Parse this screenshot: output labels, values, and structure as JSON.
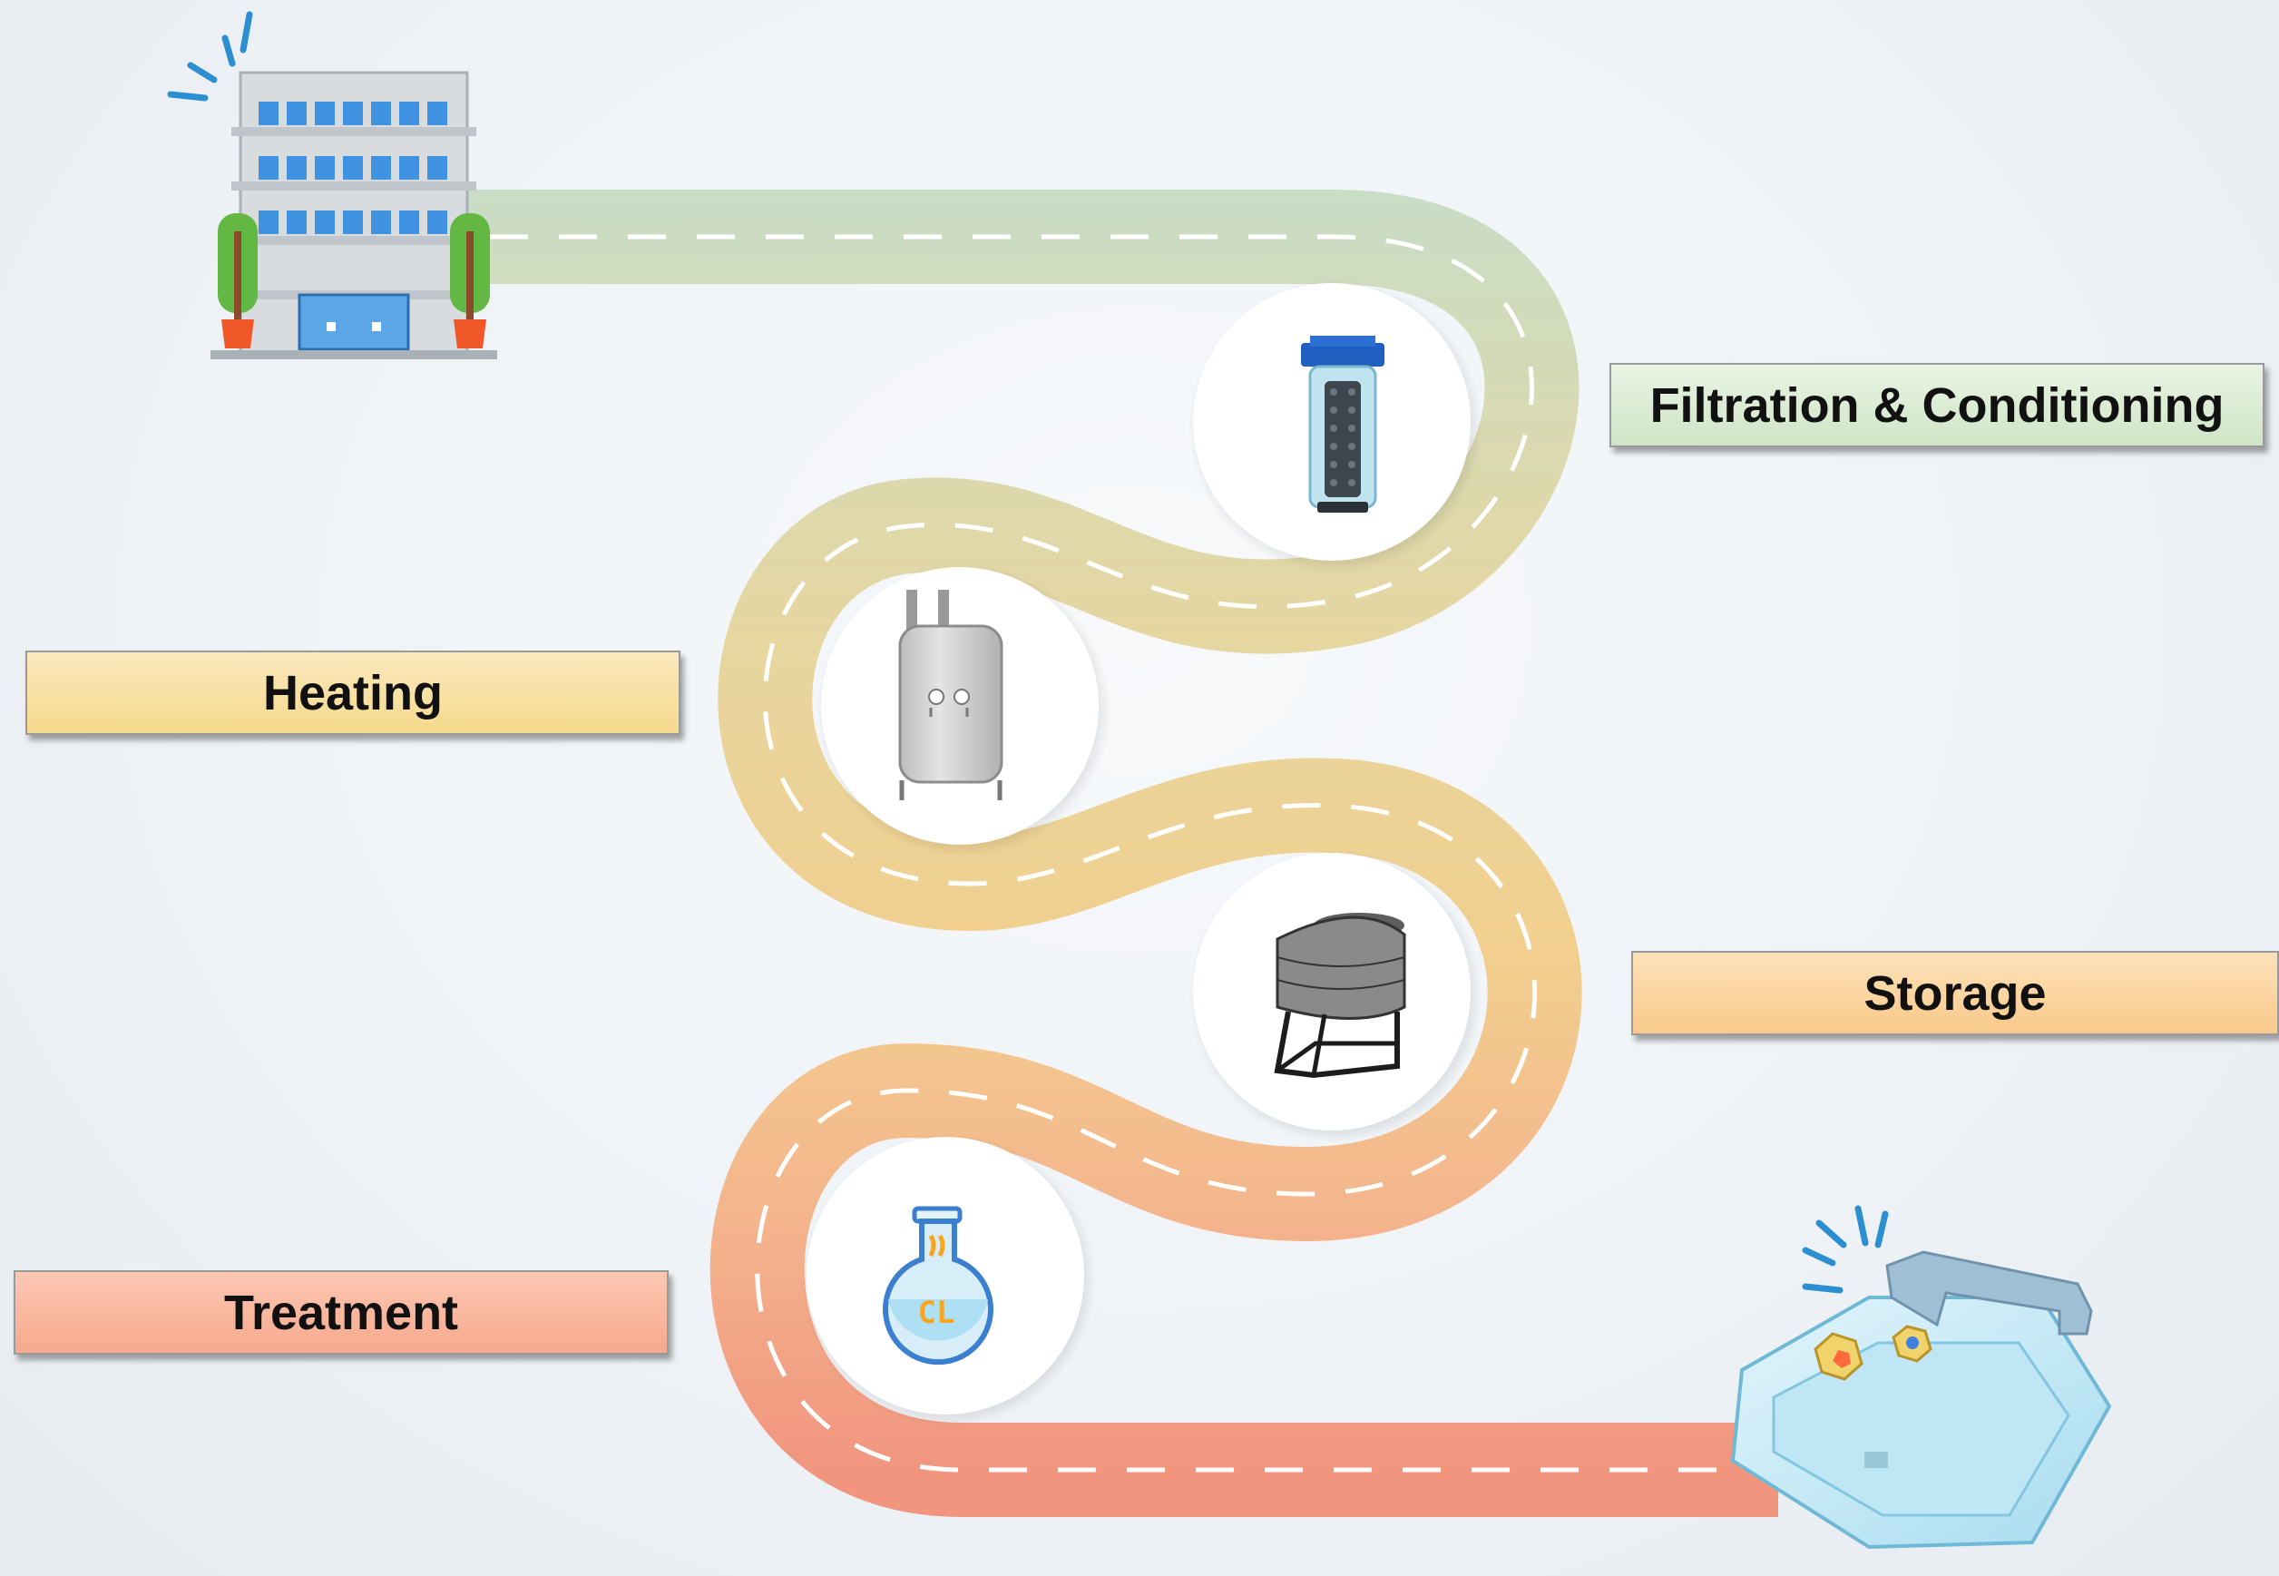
{
  "stages": {
    "filtration": "Filtration & Conditioning",
    "heating": "Heating",
    "storage": "Storage",
    "treatment": "Treatment"
  },
  "icons": {
    "source": "office-building-icon",
    "filter": "water-filter-cartridge-icon",
    "heater": "water-heater-tank-icon",
    "storage": "water-storage-tank-icon",
    "treatment": "chlorine-flask-icon",
    "destination": "faucet-sink-icon"
  },
  "flask_text": "CL",
  "colors": {
    "road_start": "#c7dcc4",
    "road_middle": "#f1d08e",
    "road_end": "#f29a83",
    "dash": "#ffffff",
    "node_circle": "#ffffff"
  }
}
